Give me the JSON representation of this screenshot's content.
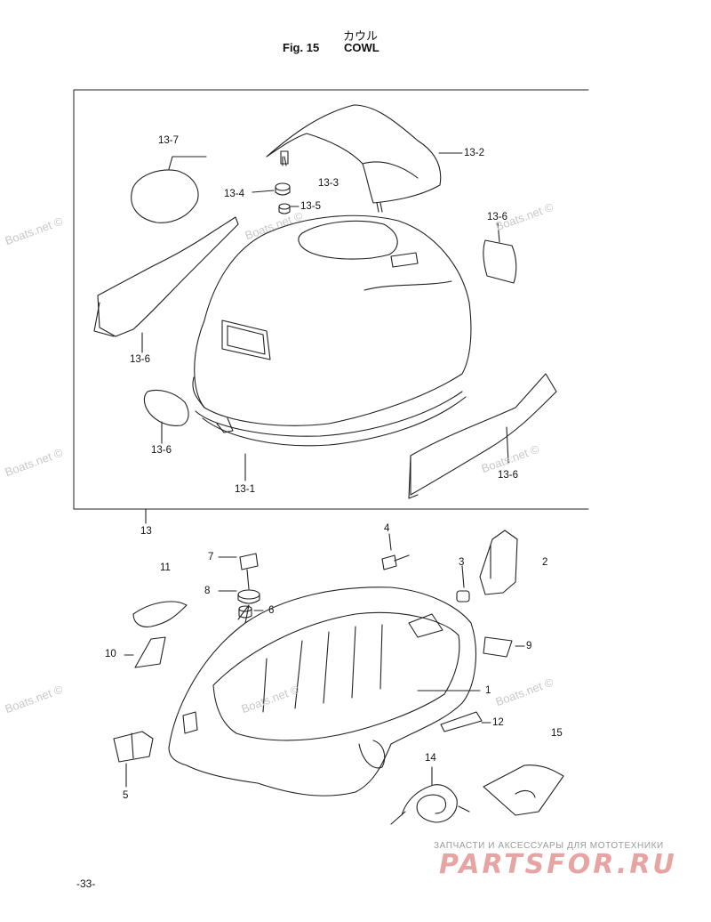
{
  "header": {
    "title_jp": "カウル",
    "fig_label": "Fig. 15",
    "title": "COWL"
  },
  "labels": {
    "l13_7": "13-7",
    "l13_2": "13-2",
    "l13_4": "13-4",
    "l13_3": "13-3",
    "l13_5": "13-5",
    "l13_6_right": "13-6",
    "l13_6_left": "13-6",
    "l13_6_bottom_left": "13-6",
    "l13_6_bottom_right": "13-6",
    "l13_1": "13-1",
    "l13": "13",
    "l7": "7",
    "l4": "4",
    "l3": "3",
    "l2": "2",
    "l11": "11",
    "l8": "8",
    "l6": "6",
    "l9": "9",
    "l10": "10",
    "l1": "1",
    "l12": "12",
    "l15": "15",
    "l14": "14",
    "l5": "5"
  },
  "watermark": "Boats.net ©",
  "footer": {
    "page_number": "-33-",
    "brand_tagline": "ЗАПЧАСТИ И АКСЕССУАРЫ ДЛЯ МОТОТЕХНИКИ",
    "brand_logo": "PARTSFOR.RU"
  }
}
